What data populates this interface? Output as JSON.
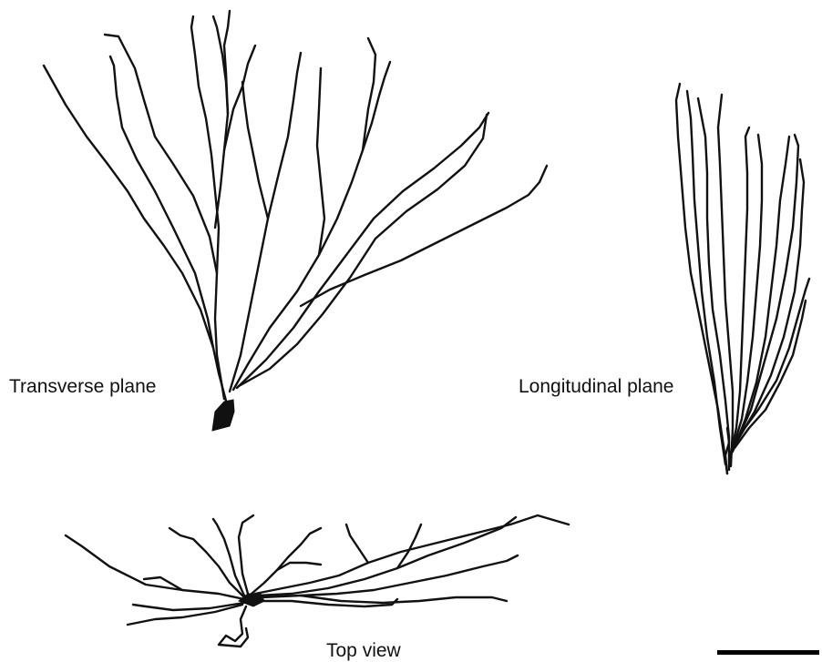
{
  "labels": {
    "transverse": "Transverse plane",
    "longitudinal": "Longitudinal plane",
    "top": "Top view"
  },
  "colors": {
    "line": "#111111",
    "background": "#ffffff"
  }
}
